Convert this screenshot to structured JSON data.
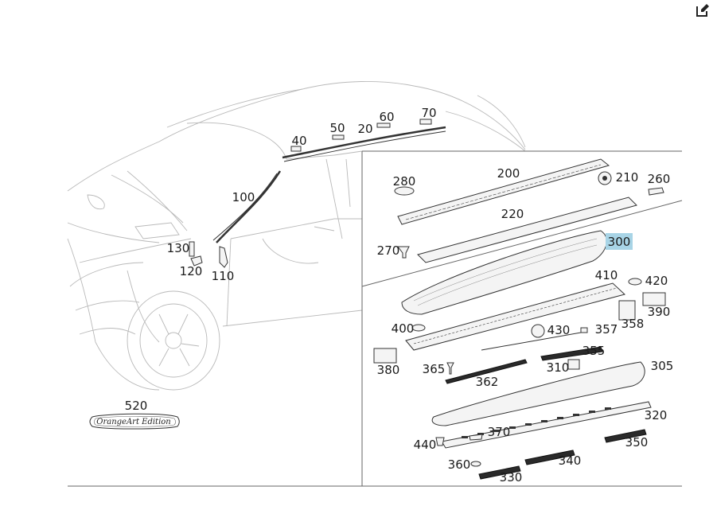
{
  "toolbar": {
    "edit_icon": "edit-icon"
  },
  "callouts": {
    "c20": "20",
    "c40": "40",
    "c50": "50",
    "c60": "60",
    "c70": "70",
    "c100": "100",
    "c110": "110",
    "c120": "120",
    "c130": "130",
    "c200": "200",
    "c210": "210",
    "c220": "220",
    "c260": "260",
    "c270": "270",
    "c280": "280",
    "c300": "300",
    "c305": "305",
    "c310": "310",
    "c320": "320",
    "c330": "330",
    "c340": "340",
    "c350": "350",
    "c355": "355",
    "c357": "357",
    "c358": "358",
    "c360": "360",
    "c362": "362",
    "c365": "365",
    "c370": "370",
    "c380": "380",
    "c390": "390",
    "c400": "400",
    "c410": "410",
    "c420": "420",
    "c430": "430",
    "c440": "440",
    "c520": "520"
  },
  "highlighted_callout": "300",
  "highlight_color": "#a8d4e6",
  "emblem_text": "OrangeArt Edition"
}
